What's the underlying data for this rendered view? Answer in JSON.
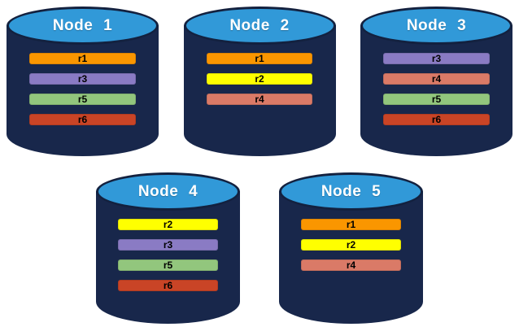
{
  "diagram": {
    "description": "Five database node cylinders showing distribution of replicas r1-r6",
    "colors": {
      "background": "#FFFFFF",
      "cylinder_body": "#18274B",
      "cylinder_top": "#3199D8",
      "cylinder_border": "#13213F",
      "node_label_text": "#FFFFFF",
      "replica_text": "#000000"
    },
    "replica_colors": {
      "r1": "#FA9600",
      "r2": "#FFFF00",
      "r3": "#8A7BC4",
      "r4": "#DA7A67",
      "r5": "#92C67D",
      "r6": "#C94426"
    },
    "nodes": [
      {
        "label": "Node 1",
        "row": 1,
        "replicas": [
          "r1",
          "r3",
          "r5",
          "r6"
        ]
      },
      {
        "label": "Node 2",
        "row": 1,
        "replicas": [
          "r1",
          "r2",
          "r4"
        ]
      },
      {
        "label": "Node 3",
        "row": 1,
        "replicas": [
          "r3",
          "r4",
          "r5",
          "r6"
        ]
      },
      {
        "label": "Node 4",
        "row": 2,
        "replicas": [
          "r2",
          "r3",
          "r5",
          "r6"
        ]
      },
      {
        "label": "Node 5",
        "row": 2,
        "replicas": [
          "r1",
          "r2",
          "r4"
        ]
      }
    ]
  }
}
